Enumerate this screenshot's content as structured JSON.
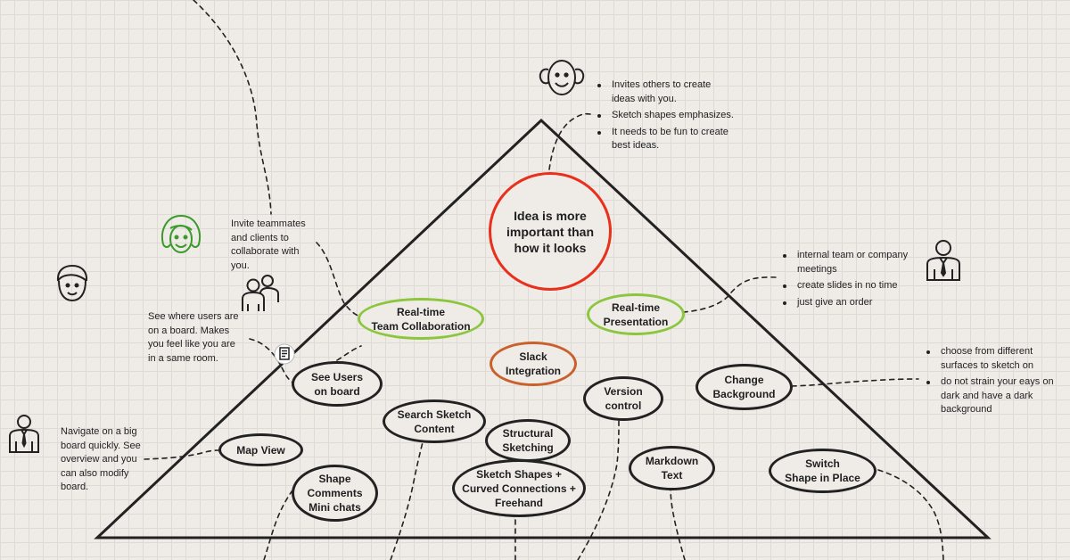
{
  "apex": {
    "label": "Idea is more\nimportant than\nhow it looks"
  },
  "features": {
    "realtime_collab": "Real-time\nTeam Collaboration",
    "realtime_presentation": "Real-time\nPresentation",
    "slack": "Slack\nIntegration",
    "see_users": "See Users\non board",
    "version_control": "Version\ncontrol",
    "change_background": "Change\nBackground",
    "search_sketch": "Search Sketch\nContent",
    "structural_sketching": "Structural\nSketching",
    "map_view": "Map View",
    "markdown": "Markdown\nText",
    "switch_shape": "Switch\nShape in Place",
    "shape_comments": "Shape\nComments\nMini chats",
    "sketch_shapes": "Sketch Shapes +\nCurved Connections +\nFreehand"
  },
  "notes": {
    "invite": "Invite teammates\nand clients to\ncollaborate with\nyou.",
    "see_where": "See where users are\non a board. Makes\nyou feel like you are\nin a same room.",
    "navigate": "Navigate on a big\nboard quickly. See\noverview and you\ncan also modify\nboard."
  },
  "bullet_groups": {
    "top": [
      "Invites others to create\nideas with you.",
      "Sketch shapes emphasizes.",
      "It needs to be fun to create\nbest ideas."
    ],
    "presentation": [
      "internal team or company\nmeetings",
      "create slides in no time",
      "just give an order"
    ],
    "background": [
      "choose from different\nsurfaces to sketch on",
      "do not strain your eays on\ndark and have a dark\nbackground"
    ]
  },
  "colors": {
    "accent_red": "#e8301c",
    "accent_green": "#8cc63f",
    "accent_orange": "#c8612c",
    "ink": "#222222",
    "paper": "#efece8"
  },
  "icons": [
    "old-man-face-icon",
    "woman-face-icon",
    "man-face-icon",
    "users-group-icon",
    "document-icon",
    "businessman-icon",
    "person-tie-icon"
  ]
}
